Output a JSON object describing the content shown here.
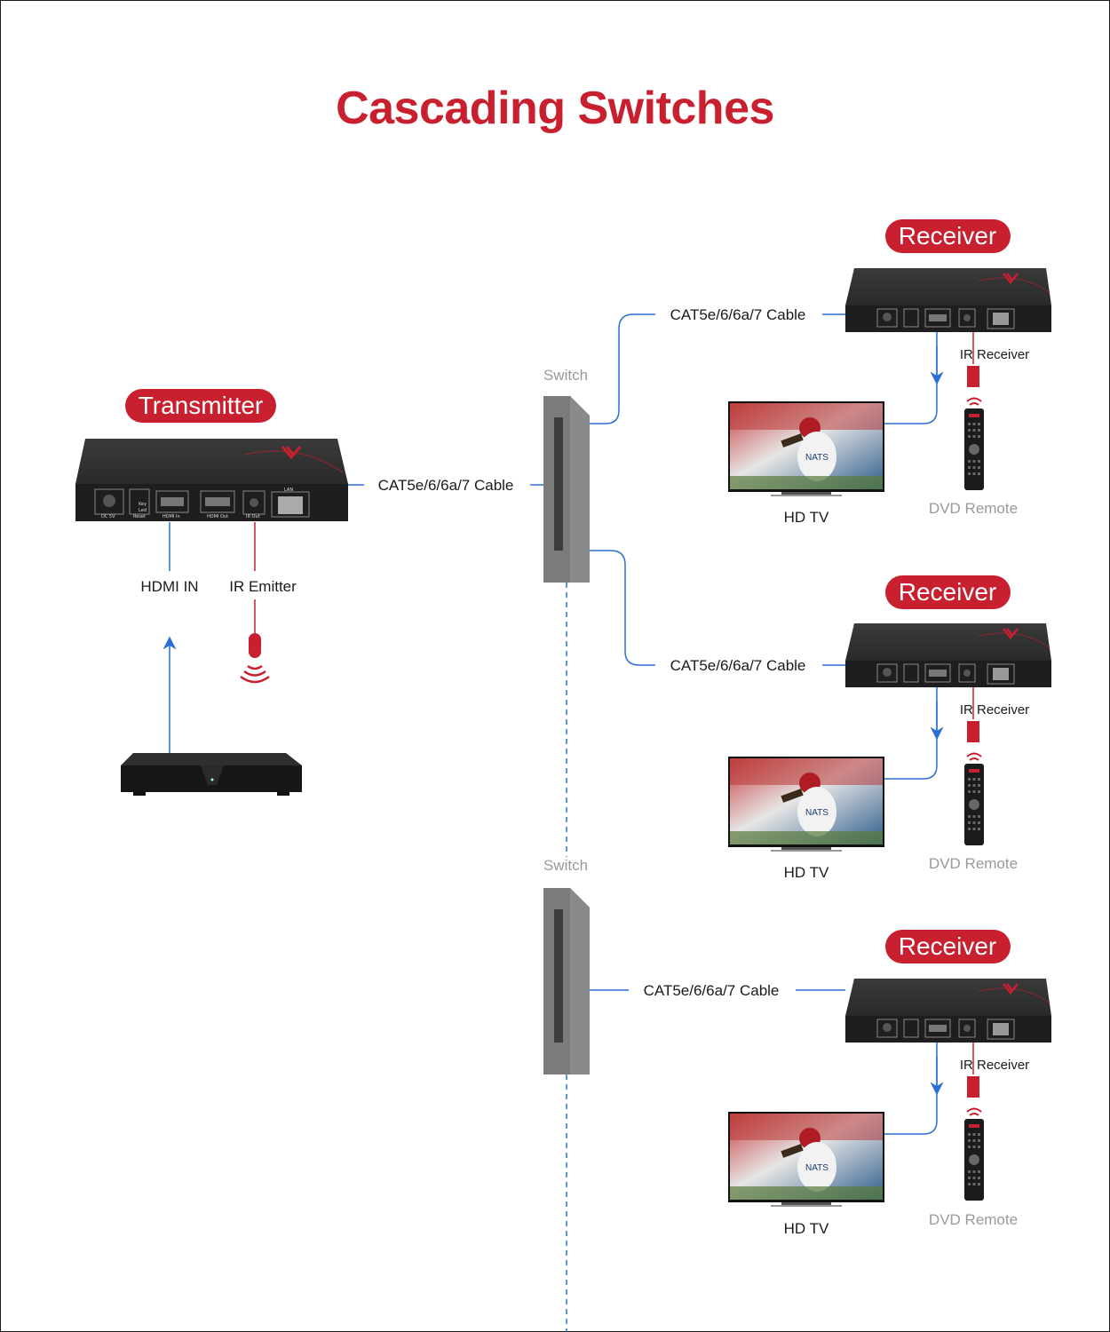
{
  "title": "Cascading Switches",
  "colors": {
    "accent": "#c8202e",
    "cable": "#2a6fd6",
    "ir": "#c8202e",
    "switch": "#7b7b7b"
  },
  "transmitter": {
    "label": "Transmitter",
    "cable_label": "CAT5e/6/6a/7 Cable",
    "hdmi_label": "HDMI IN",
    "ir_label": "IR Emitter",
    "ports": [
      "DC 5V",
      "Key",
      "Led",
      "Reset",
      "HDMI In",
      "HDMI Out",
      "IR Out",
      "LAN"
    ]
  },
  "switches": [
    {
      "label": "Switch"
    },
    {
      "label": "Switch"
    }
  ],
  "receivers": [
    {
      "label": "Receiver",
      "cable_label": "CAT5e/6/6a/7 Cable",
      "ir_label": "IR Receiver",
      "tv_label": "HD TV",
      "remote_label": "DVD Remote"
    },
    {
      "label": "Receiver",
      "cable_label": "CAT5e/6/6a/7 Cable",
      "ir_label": "IR Receiver",
      "tv_label": "HD TV",
      "remote_label": "DVD Remote"
    },
    {
      "label": "Receiver",
      "cable_label": "CAT5e/6/6a/7 Cable",
      "ir_label": "IR Receiver",
      "tv_label": "HD TV",
      "remote_label": "DVD Remote"
    }
  ]
}
